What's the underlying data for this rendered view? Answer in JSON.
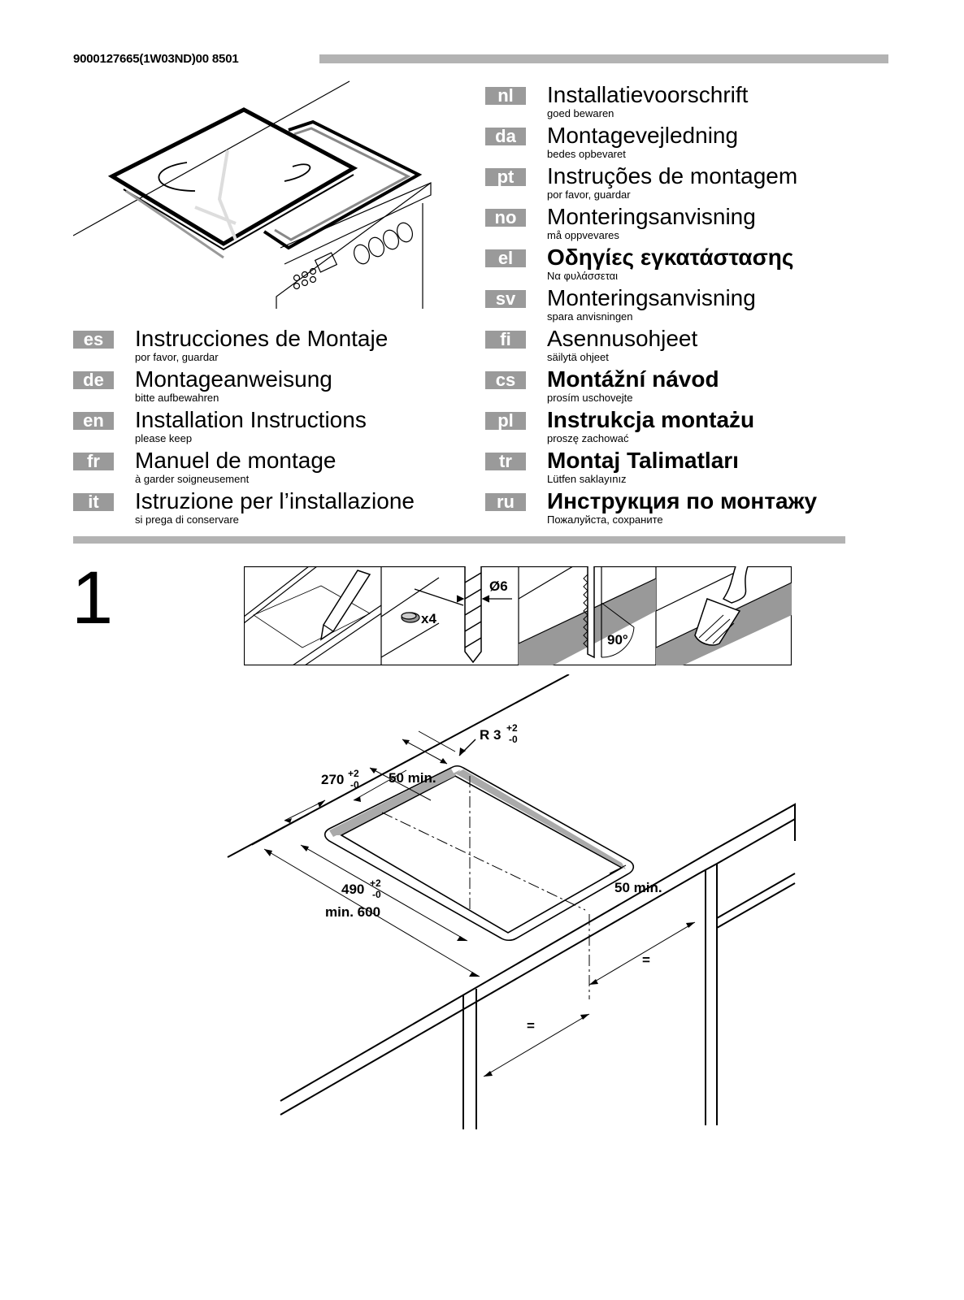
{
  "document_number": "9000127665(1W03ND)00 8501",
  "languages_left": [
    {
      "code": "es",
      "title": "Instrucciones de Montaje",
      "sub": "por favor, guardar"
    },
    {
      "code": "de",
      "title": "Montageanweisung",
      "sub": "bitte aufbewahren"
    },
    {
      "code": "en",
      "title": "Installation Instructions",
      "sub": "please keep"
    },
    {
      "code": "fr",
      "title": "Manuel de montage",
      "sub": "à garder soigneusement"
    },
    {
      "code": "it",
      "title": "Istruzione per l’installazione",
      "sub": "si prega di conservare"
    }
  ],
  "languages_right": [
    {
      "code": "nl",
      "title": "Installatievoorschrift",
      "sub": "goed bewaren"
    },
    {
      "code": "da",
      "title": "Montagevejledning",
      "sub": "bedes opbevaret"
    },
    {
      "code": "pt",
      "title": "Instruções de montagem",
      "sub": "por favor, guardar"
    },
    {
      "code": "no",
      "title": "Monteringsanvisning",
      "sub": "må oppvevares"
    },
    {
      "code": "el",
      "title": "Οδηγίες εγκατάστασης",
      "sub": "Να φυλάσσεται"
    },
    {
      "code": "sv",
      "title": "Monteringsanvisning",
      "sub": "spara anvisningen"
    },
    {
      "code": "fi",
      "title": "Asennusohjeet",
      "sub": "säilytä ohjeet"
    },
    {
      "code": "cs",
      "title": "Montážní návod",
      "sub": "prosím uschovejte"
    },
    {
      "code": "pl",
      "title": "Instrukcja montażu",
      "sub": "proszę zachować"
    },
    {
      "code": "tr",
      "title": "Montaj Talimatları",
      "sub": "Lütfen saklayınız"
    },
    {
      "code": "ru",
      "title": "Инструкция по монтажу",
      "sub": "Пожалуйста, сохраните"
    }
  ],
  "step": {
    "number": "1",
    "tools": {
      "drill": "Ø6",
      "screws": "x4",
      "angle": "90°"
    },
    "dimensions": {
      "radius": "R 3",
      "radius_tol_plus": "+2",
      "radius_tol_minus": "-0",
      "depth": "270",
      "depth_tol_plus": "+2",
      "depth_tol_minus": "-0",
      "front_gap": "50 min.",
      "side_gap": "50 min.",
      "width": "490",
      "width_tol_plus": "+2",
      "width_tol_minus": "-0",
      "min_width": "min. 600",
      "equal_left": "=",
      "equal_right": "="
    }
  }
}
